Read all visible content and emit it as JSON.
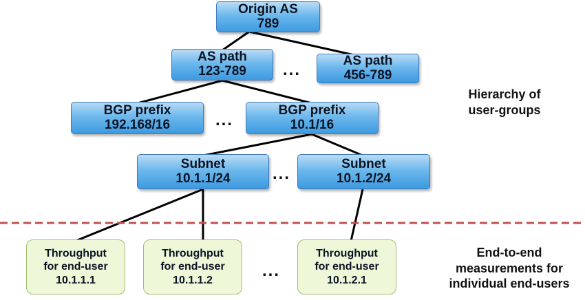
{
  "nodes": {
    "origin_as": {
      "line1": "Origin AS",
      "line2": "789"
    },
    "as_path_1": {
      "line1": "AS path",
      "line2": "123-789"
    },
    "as_path_2": {
      "line1": "AS path",
      "line2": "456-789"
    },
    "bgp_prefix_1": {
      "line1": "BGP prefix",
      "line2": "192.168/16"
    },
    "bgp_prefix_2": {
      "line1": "BGP prefix",
      "line2": "10.1/16"
    },
    "subnet_1": {
      "line1": "Subnet",
      "line2": "10.1.1/24"
    },
    "subnet_2": {
      "line1": "Subnet",
      "line2": "10.1.2/24"
    },
    "throughput_1": {
      "line1": "Throughput",
      "line2": "for end-user",
      "line3": "10.1.1.1"
    },
    "throughput_2": {
      "line1": "Throughput",
      "line2": "for end-user",
      "line3": "10.1.1.2"
    },
    "throughput_3": {
      "line1": "Throughput",
      "line2": "for end-user",
      "line3": "10.1.2.1"
    }
  },
  "ellipsis": "...",
  "labels": {
    "hierarchy": {
      "line1": "Hierarchy of",
      "line2": "user-groups"
    },
    "measurements": {
      "line1": "End-to-end",
      "line2": "measurements for",
      "line3": "individual end-users"
    }
  },
  "colors": {
    "node_fill_top": "#b9dcf6",
    "node_fill_bottom": "#3d9ae0",
    "leaf_fill": "#eef7d8",
    "divider": "#c0504d"
  }
}
